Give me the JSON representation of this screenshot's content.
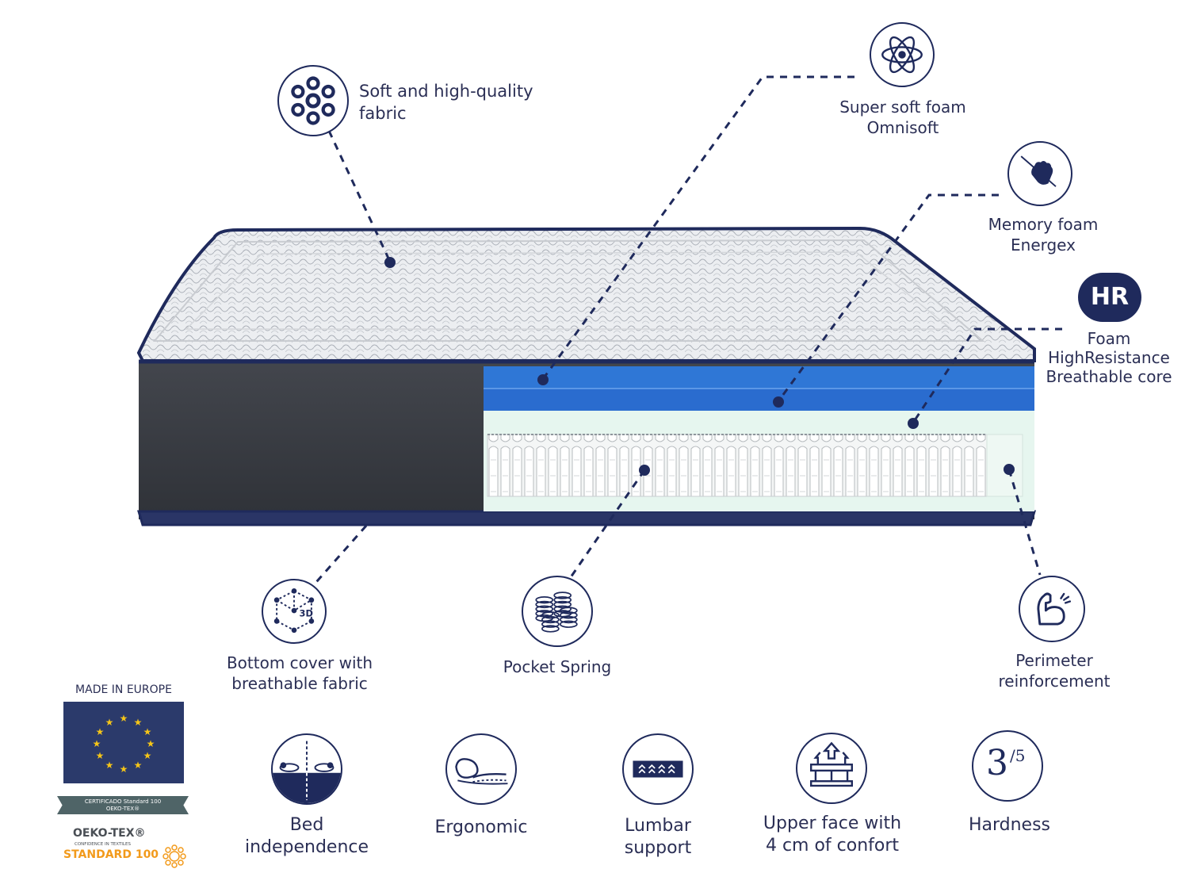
{
  "features_top": [
    {
      "id": "fabric",
      "lines": [
        "Soft and high-quality",
        "fabric"
      ],
      "icon": "fabric-dots-icon"
    },
    {
      "id": "omnisoft",
      "lines": [
        "Super soft foam",
        "Omnisoft"
      ],
      "icon": "atom-icon"
    },
    {
      "id": "energex",
      "lines": [
        "Memory foam",
        "Energex"
      ],
      "icon": "hand-press-icon"
    },
    {
      "id": "hr",
      "badge": "HR",
      "lines": [
        "Foam",
        "HighResistance",
        "Breathable core"
      ],
      "icon": "hr-badge-icon"
    }
  ],
  "features_mid": [
    {
      "id": "bottom",
      "lines": [
        "Bottom cover with",
        "breathable fabric"
      ],
      "icon": "cube-3d-icon",
      "icon_text": "3D"
    },
    {
      "id": "spring",
      "lines": [
        "Pocket Spring"
      ],
      "icon": "springs-icon"
    },
    {
      "id": "perimeter",
      "lines": [
        "Perimeter",
        "reinforcement"
      ],
      "icon": "flexed-arm-icon"
    }
  ],
  "features_bottom": [
    {
      "id": "bed",
      "lines": [
        "Bed",
        "independence"
      ],
      "icon": "bed-independence-icon"
    },
    {
      "id": "ergonomic",
      "lines": [
        "Ergonomic"
      ],
      "icon": "ergonomic-pillow-icon"
    },
    {
      "id": "lumbar",
      "lines": [
        "Lumbar",
        "support"
      ],
      "icon": "lumbar-icon"
    },
    {
      "id": "upper",
      "lines": [
        "Upper face with",
        "4 cm of confort"
      ],
      "icon": "upper-face-icon"
    },
    {
      "id": "hardness",
      "lines": [
        "Hardness"
      ],
      "icon": "hardness-icon",
      "value": "3",
      "max": "/5"
    }
  ],
  "certification": {
    "made_in": "MADE IN EUROPE",
    "ribbon_line1": "CERTIFICADO Standard 100",
    "ribbon_line2": "OEKO-TEX®",
    "oeko_title": "OEKO-TEX®",
    "oeko_sub": "CONFIDENCE IN TEXTILES",
    "oeko_standard": "STANDARD 100"
  },
  "colors": {
    "navy": "#1f2a5c",
    "text": "#2b2f55",
    "eu_blue": "#2b3a6b",
    "eu_star": "#f5c518",
    "foam_blue": "#2f77d6",
    "foam_blue_dark": "#1f5fc0",
    "core_mint": "#e6f6ef",
    "side_gray": "#3a3d44",
    "oeko_orange": "#f29a1b"
  }
}
